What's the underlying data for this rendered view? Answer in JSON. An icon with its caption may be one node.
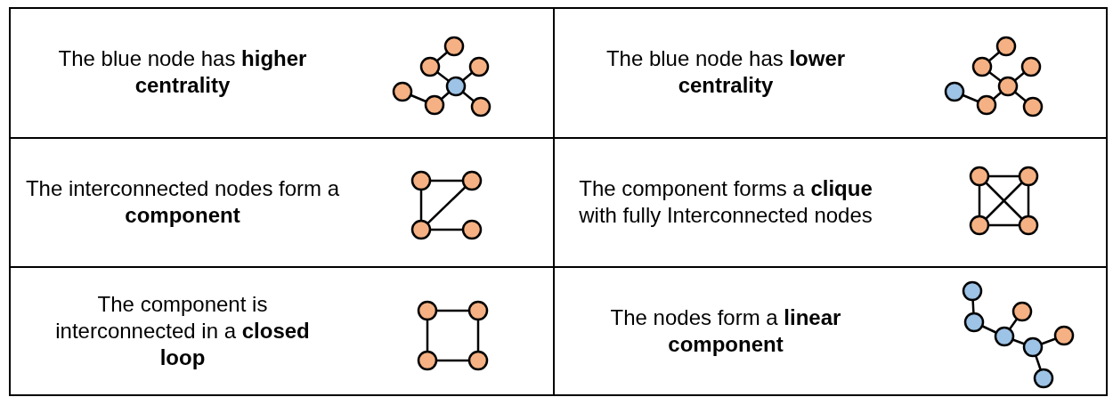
{
  "diagram": {
    "labels": [
      "The blue node has **higher centrality**",
      "The blue node has **lower centrality**",
      "The interconnected nodes form a **component**",
      "The component forms a **clique** with fully Interconnected nodes",
      "The component is interconnected in a **closed loop**",
      "The nodes form a **linear component**"
    ]
  }
}
